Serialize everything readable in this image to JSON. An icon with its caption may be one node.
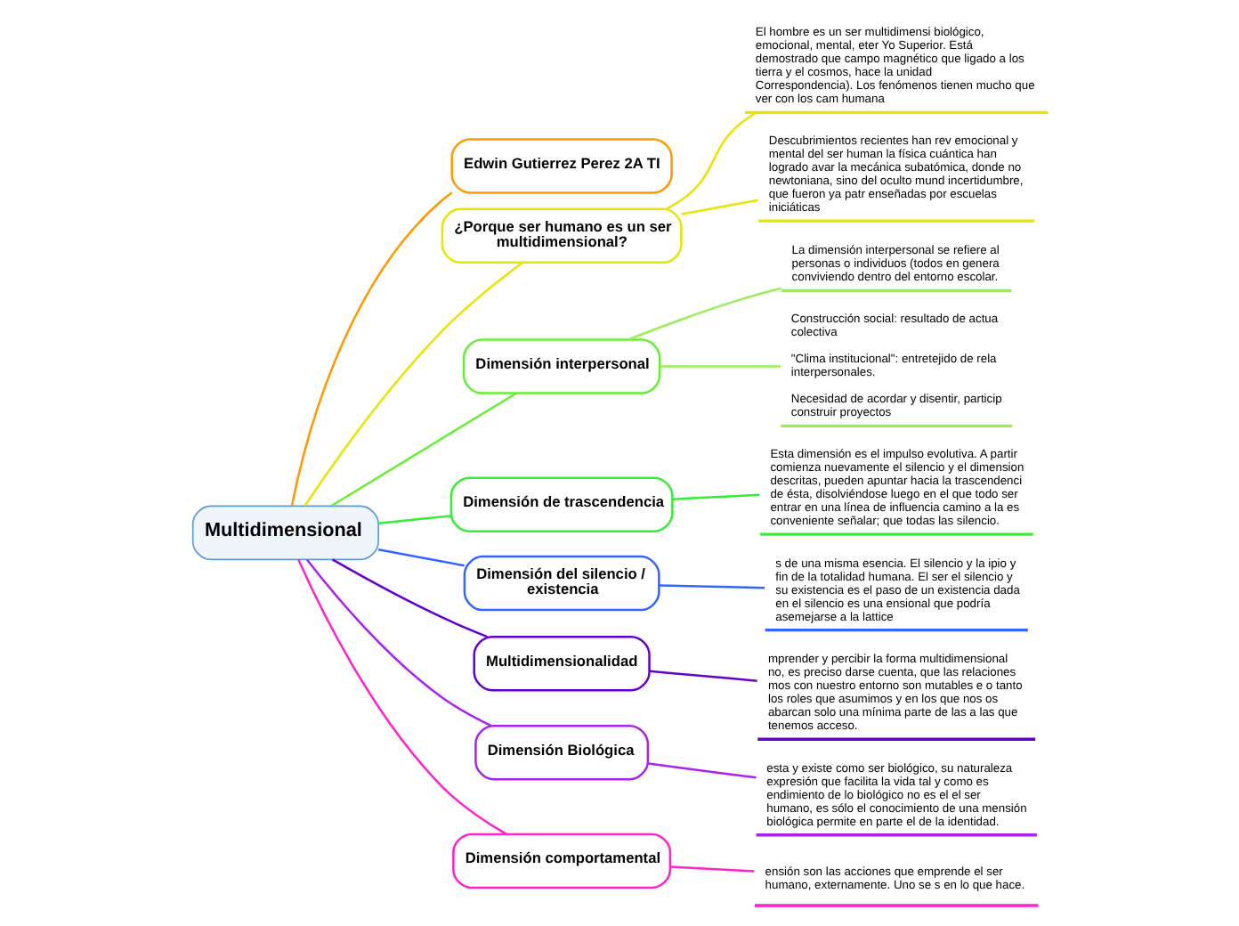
{
  "diagram": {
    "nodes": [
      {
        "text": [
          "Multidimensional"
        ]
      },
      {
        "text": [
          "Edwin Gutierrez Perez 2A TI"
        ]
      },
      {
        "text": [
          "¿Porque ser humano es un ser multidimensional?"
        ]
      },
      {
        "text": [
          "El hombre es un ser multidimensi biológico, emocional, mental, eter Yo Superior. Está demostrado que campo magnético que ligado a los tierra y el cosmos, hace la unidad Correspondencia). Los fenómenos tienen mucho que ver con los cam humana"
        ]
      },
      {
        "text": [
          "Descubrimientos recientes han rev emocional y mental del ser human la física cuántica han logrado avar la mecánica subatómica, donde no newtoniana, sino del oculto mund incertidumbre, que fueron ya patr enseñadas por escuelas iniciáticas"
        ]
      },
      {
        "text": [
          "Dimensión interpersonal"
        ]
      },
      {
        "text": [
          "La dimensión interpersonal se refiere al personas o individuos (todos en genera conviviendo dentro del entorno escolar."
        ]
      },
      {
        "text": [
          "Construcción social: resultado de actua colectiva",
          "\"Clima institucional\": entretejido de rela interpersonales.",
          "Necesidad de acordar y disentir, particip construir proyectos"
        ]
      },
      {
        "text": [
          "Dimensión de trascendencia"
        ]
      },
      {
        "text": [
          "Esta dimensión es el impulso evolutiva. A partir comienza nuevamente el silencio y el dimension descritas, pueden apuntar hacia la trascendenci de ésta, disolviéndose luego en el que todo ser entrar en una línea de influencia camino a la es conveniente señalar; que todas las silencio."
        ]
      },
      {
        "text": [
          "Dimensión del silencio / existencia"
        ]
      },
      {
        "text": [
          "s de una misma esencia. El silencio y la ipio y fin de la totalidad humana. El ser el silencio y su existencia es el paso de un existencia dada en el silencio es una ensional que podría asemejarse a la lattice"
        ]
      },
      {
        "text": [
          "Multidimensionalidad"
        ]
      },
      {
        "text": [
          "mprender y percibir la forma multidimensional no, es preciso darse cuenta, que las relaciones mos con nuestro entorno son mutables e o tanto los roles que asumimos y en los que nos os abarcan solo una mínima parte de las a las que tenemos acceso."
        ]
      },
      {
        "text": [
          "Dimensión Biológica"
        ]
      },
      {
        "text": [
          "esta y existe como ser biológico, su naturaleza expresión que facilita la vida tal y como es endimiento de lo biológico no es el el ser humano, es sólo el conocimiento de una mensión biológica permite en parte el de la identidad."
        ]
      },
      {
        "text": [
          "Dimensión comportamental"
        ]
      },
      {
        "text": [
          "ensión son las acciones que emprende el ser humano, externamente. Uno se s en lo que hace."
        ]
      }
    ],
    "edges": [
      {
        "from": 0,
        "to": 1,
        "arrow": "none",
        "color": "#ff9900"
      },
      {
        "from": 0,
        "to": 2,
        "arrow": "none",
        "color": "#e6e600"
      },
      {
        "from": 2,
        "to": 3,
        "arrow": "none",
        "color": "#e6e600"
      },
      {
        "from": 2,
        "to": 4,
        "arrow": "none",
        "color": "#e6e600"
      },
      {
        "from": 0,
        "to": 5,
        "arrow": "none",
        "color": "#66ee33"
      },
      {
        "from": 5,
        "to": 6,
        "arrow": "none",
        "color": "#99ee55"
      },
      {
        "from": 5,
        "to": 7,
        "arrow": "none",
        "color": "#99ee55"
      },
      {
        "from": 0,
        "to": 8,
        "arrow": "none",
        "color": "#33ee33"
      },
      {
        "from": 8,
        "to": 9,
        "arrow": "none",
        "color": "#33ee33"
      },
      {
        "from": 0,
        "to": 10,
        "arrow": "none",
        "color": "#3366ff"
      },
      {
        "from": 10,
        "to": 11,
        "arrow": "none",
        "color": "#3366ff"
      },
      {
        "from": 0,
        "to": 12,
        "arrow": "none",
        "color": "#6600cc"
      },
      {
        "from": 12,
        "to": 13,
        "arrow": "none",
        "color": "#6600cc"
      },
      {
        "from": 0,
        "to": 14,
        "arrow": "none",
        "color": "#aa22ee"
      },
      {
        "from": 14,
        "to": 15,
        "arrow": "none",
        "color": "#aa22ee"
      },
      {
        "from": 0,
        "to": 16,
        "arrow": "none",
        "color": "#ff22cc"
      },
      {
        "from": 16,
        "to": 17,
        "arrow": "none",
        "color": "#ff22cc"
      }
    ]
  }
}
